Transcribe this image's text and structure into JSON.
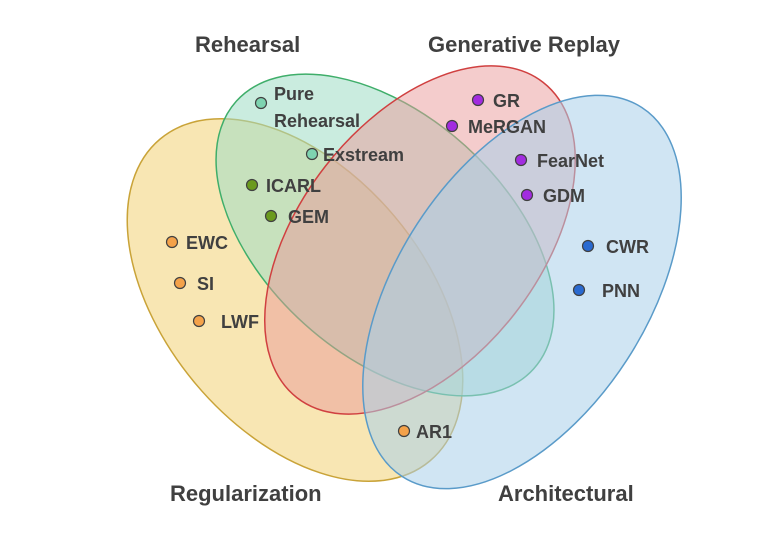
{
  "categories": {
    "rehearsal": "Rehearsal",
    "generative_replay": "Generative Replay",
    "regularization": "Regularization",
    "architectural": "Architectural"
  },
  "colors": {
    "regularization_fill": "#f5d98a",
    "regularization_stroke": "#c9a338",
    "rehearsal_fill": "#9fdcc4",
    "rehearsal_stroke": "#3fae6a",
    "generative_fill": "#e99a9a",
    "generative_stroke": "#d04040",
    "architectural_fill": "#a9cfe9",
    "architectural_stroke": "#5a9bc9",
    "dot_orange": "#f4a24a",
    "dot_teal": "#7ed3b0",
    "dot_green": "#6b9a1e",
    "dot_purple": "#a22ce0",
    "dot_blue": "#2a6ad0"
  },
  "items": {
    "pure_line1": "Pure",
    "pure_line2": "Rehearsal",
    "exstream": "Exstream",
    "icarl": "ICARL",
    "gem": "GEM",
    "gr": "GR",
    "mergan": "MeRGAN",
    "fearnet": "FearNet",
    "gdm": "GDM",
    "ewc": "EWC",
    "si": "SI",
    "lwf": "LWF",
    "cwr": "CWR",
    "pnn": "PNN",
    "ar1": "AR1"
  }
}
